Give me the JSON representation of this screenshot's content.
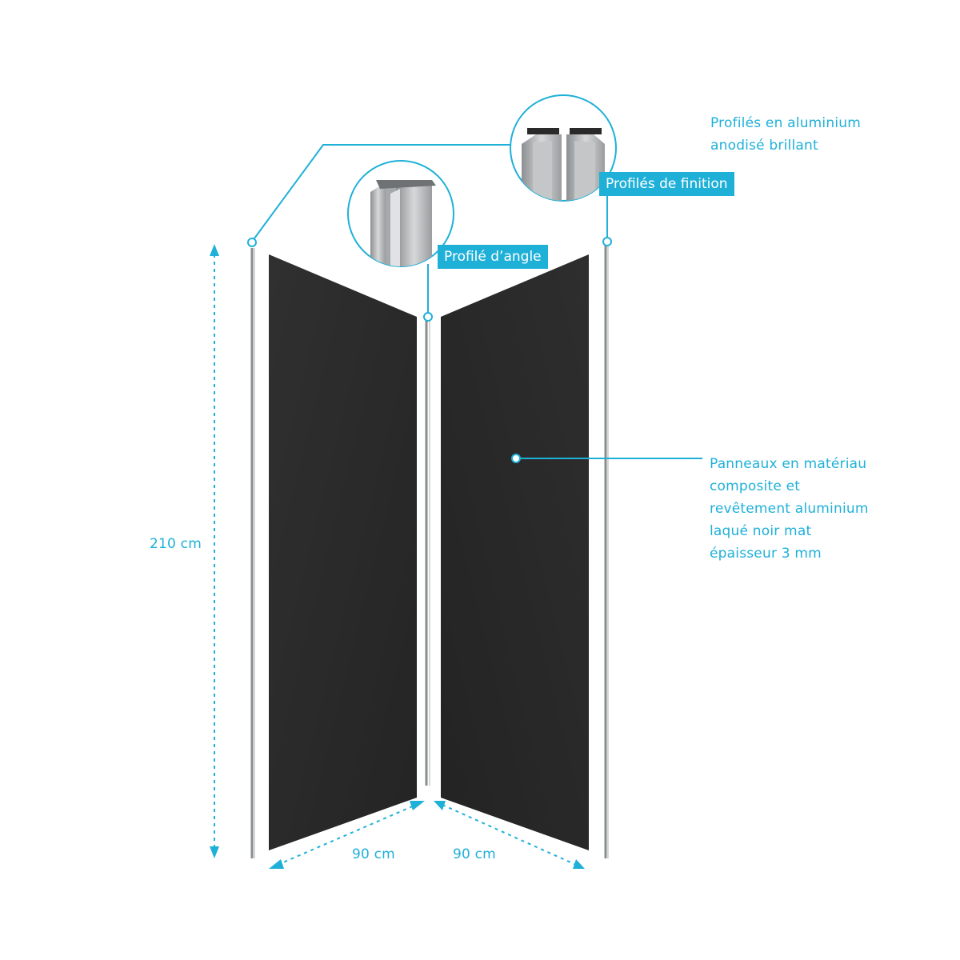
{
  "dimensions": {
    "height": "210 cm",
    "width_left": "90 cm",
    "width_right": "90 cm"
  },
  "callouts": {
    "corner_profile": "Profilé d’angle",
    "finishing_profiles": "Profilés de finition",
    "aluminium_note": [
      "Profilés en aluminium",
      "anodisé brillant"
    ],
    "panel_note": [
      "Panneaux en matériau",
      "composite et",
      "revêtement aluminium",
      "laqué noir mat",
      "épaisseur 3 mm"
    ]
  },
  "colors": {
    "accent": "#1fb0d8",
    "panel": "#2b2b2b",
    "profile": "#b0b3b5"
  }
}
